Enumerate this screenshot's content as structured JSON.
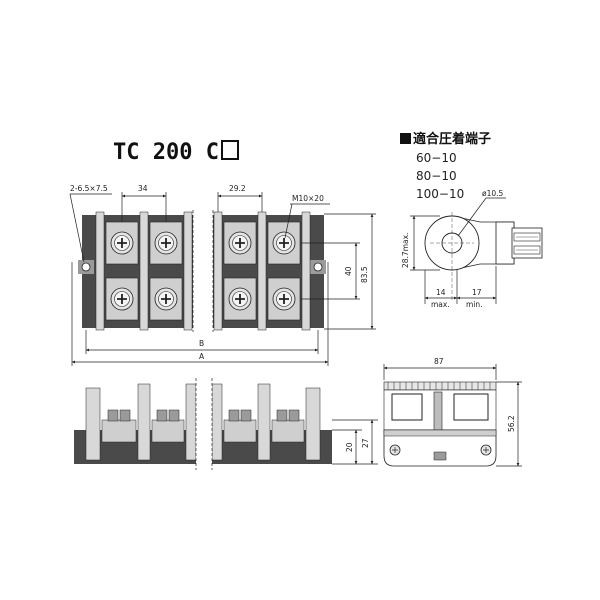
{
  "title": "TC 200 C",
  "legend": {
    "title": "適合圧着端子",
    "items": [
      "60−10",
      "80−10",
      "100−10"
    ]
  },
  "dims": {
    "holes": "2-6.5×7.5",
    "pitch1": "34",
    "pitch2": "29.2",
    "screw": "M10×20",
    "d40": "40",
    "d83_5": "83.5",
    "B": "B",
    "A": "A",
    "d20": "20",
    "d27": "27",
    "d87": "87",
    "d56_2": "56.2",
    "ring": "ø10.5",
    "ring_h": "28.7max.",
    "d14": "14",
    "d14_note": "max.",
    "d17": "17",
    "d17_note": "min."
  },
  "colors": {
    "body": "#3a3a3a",
    "light": "#bdbdbd",
    "mid": "#777777"
  }
}
